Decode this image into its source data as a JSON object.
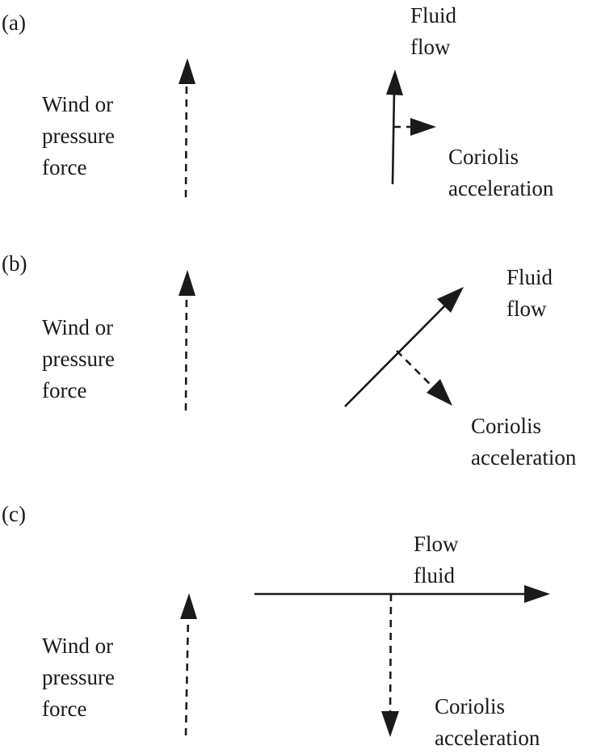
{
  "panels": [
    {
      "id": "a",
      "label": "(a)",
      "force_label": [
        "Wind or",
        "pressure",
        "force"
      ],
      "flow_label": [
        "Fluid",
        "flow"
      ],
      "coriolis_label": [
        "Coriolis",
        "acceleration"
      ]
    },
    {
      "id": "b",
      "label": "(b)",
      "force_label": [
        "Wind or",
        "pressure",
        "force"
      ],
      "flow_label": [
        "Fluid",
        "flow"
      ],
      "coriolis_label": [
        "Coriolis",
        "acceleration"
      ]
    },
    {
      "id": "c",
      "label": "(c)",
      "force_label": [
        "Wind or",
        "pressure",
        "force"
      ],
      "flow_label": [
        "Flow",
        "fluid"
      ],
      "coriolis_label": [
        "Coriolis",
        "acceleration"
      ]
    }
  ],
  "colors": {
    "ink": "#1a1a1a",
    "background": "#ffffff"
  },
  "line_styles": {
    "force": "dashed",
    "flow": "solid",
    "coriolis": "dashed"
  }
}
